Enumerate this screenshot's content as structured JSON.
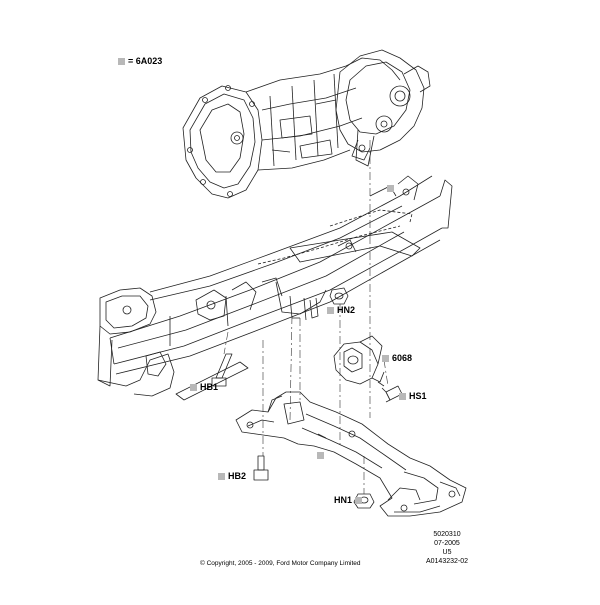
{
  "legend": {
    "text": "= 6A023",
    "colors": {
      "marker": "#b8b8b8"
    }
  },
  "callouts": {
    "hn2": "HN2",
    "part_6068": "6068",
    "hb1": "HB1",
    "hs1": "HS1",
    "hb2": "HB2",
    "hn1": "HN1"
  },
  "reference": {
    "line1": "5020310",
    "line2": "07-2005",
    "line3": "U5",
    "line4": "A0143232-02"
  },
  "copyright": "© Copyright, 2005 - 2009, Ford Motor Company Limited"
}
